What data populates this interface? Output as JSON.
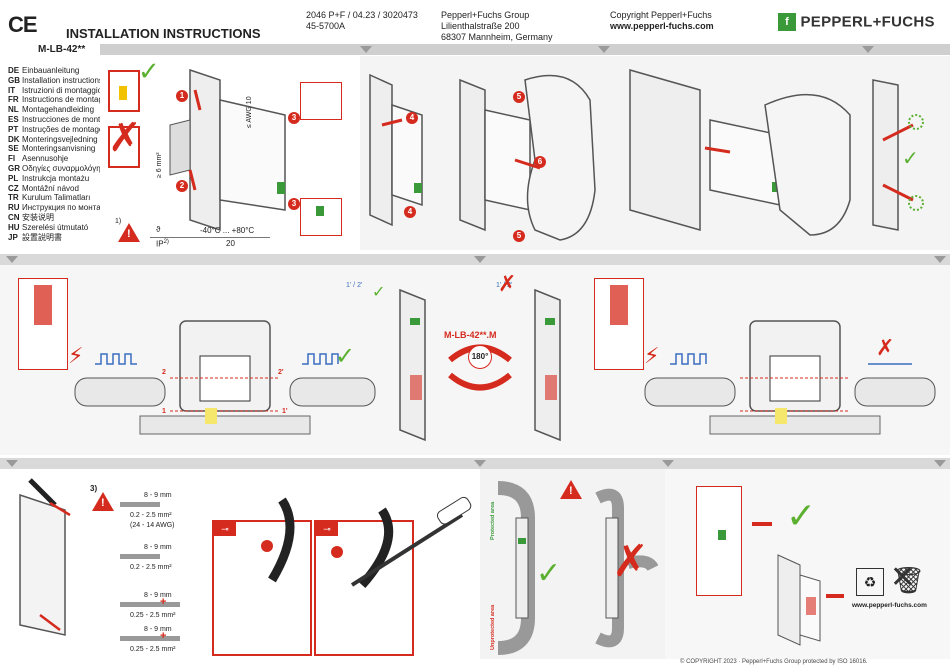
{
  "header": {
    "ce_mark": "CE",
    "title": "INSTALLATION INSTRUCTIONS",
    "model": "M-LB-42**",
    "doc_line1": "2046 P+F / 04.23 / 3020473",
    "doc_line2": "45-5700A",
    "company_line1": "Pepperl+Fuchs Group",
    "company_line2": "Lilienthalstraße 200",
    "company_line3": "68307 Mannheim, Germany",
    "copyright_line1": "Copyright Pepperl+Fuchs",
    "copyright_line2": "www.pepperl-fuchs.com",
    "logo_text": "PEPPERL+FUCHS"
  },
  "languages": [
    {
      "code": "DE",
      "text": "Einbauanleitung"
    },
    {
      "code": "GB",
      "text": "Installation instructions"
    },
    {
      "code": "IT",
      "text": "Istruzioni di montaggio"
    },
    {
      "code": "FR",
      "text": "Instructions de montage"
    },
    {
      "code": "NL",
      "text": "Montagehandleiding"
    },
    {
      "code": "ES",
      "text": "Instrucciones de montaje"
    },
    {
      "code": "PT",
      "text": "Instruções de montagem"
    },
    {
      "code": "DK",
      "text": "Monteringsvejledning"
    },
    {
      "code": "SE",
      "text": "Monteringsanvisning"
    },
    {
      "code": "FI",
      "text": "Asennusohje"
    },
    {
      "code": "GR",
      "text": "Οδηγίες συναρμολόγησης"
    },
    {
      "code": "PL",
      "text": "Instrukcja montażu"
    },
    {
      "code": "CZ",
      "text": "Montážní návod"
    },
    {
      "code": "TR",
      "text": "Kurulum Talimatları"
    },
    {
      "code": "RU",
      "text": "Инструкция по монтажу"
    },
    {
      "code": "CN",
      "text": "安装说明"
    },
    {
      "code": "HU",
      "text": "Szerelési útmutató"
    },
    {
      "code": "JP",
      "text": "設置説明書"
    }
  ],
  "section1": {
    "awg_label": "≤ AWG 10",
    "wire_label": "≥ 6 mm²",
    "temp_range": "-40°C ... +80°C",
    "ip_label": "IP",
    "ip_superscript": "2)",
    "ip_value": "20",
    "note1": "1)",
    "steps": [
      "1",
      "2",
      "3",
      "3",
      "4",
      "4",
      "5",
      "6",
      "5"
    ]
  },
  "section2": {
    "rotate_label": "M-LB-42**.M",
    "rotate_angle": "180°",
    "sig_label_left": "1' / 2'",
    "sig_label_right": "1' / 2'",
    "n1": "1",
    "n2": "2",
    "n1p": "1'",
    "n2p": "2'"
  },
  "section3": {
    "note3": "3)",
    "strip1": "8 - 9 mm",
    "spec1a": "0.2 - 2.5 mm²",
    "spec1b": "(24 - 14 AWG)",
    "strip2": "8 - 9 mm",
    "spec2": "0.2 - 2.5 mm²",
    "strip3": "8 - 9 mm",
    "spec3": "0.25 - 2.5 mm²",
    "strip4": "8 - 9 mm",
    "spec4": "0.25 - 2.5 mm²",
    "protected_area": "Protected area",
    "unprotected_area": "Unprotected area",
    "website": "www.pepperl-fuchs.com",
    "footer_copyright": "© COPYRIGHT 2023 · Pepperl+Fuchs Group protected by ISO 16016."
  },
  "colors": {
    "brand_red": "#d52b1e",
    "check_green": "#5bb030",
    "band_grey": "#d9d9d9",
    "brand_green": "#3a9a3a"
  }
}
